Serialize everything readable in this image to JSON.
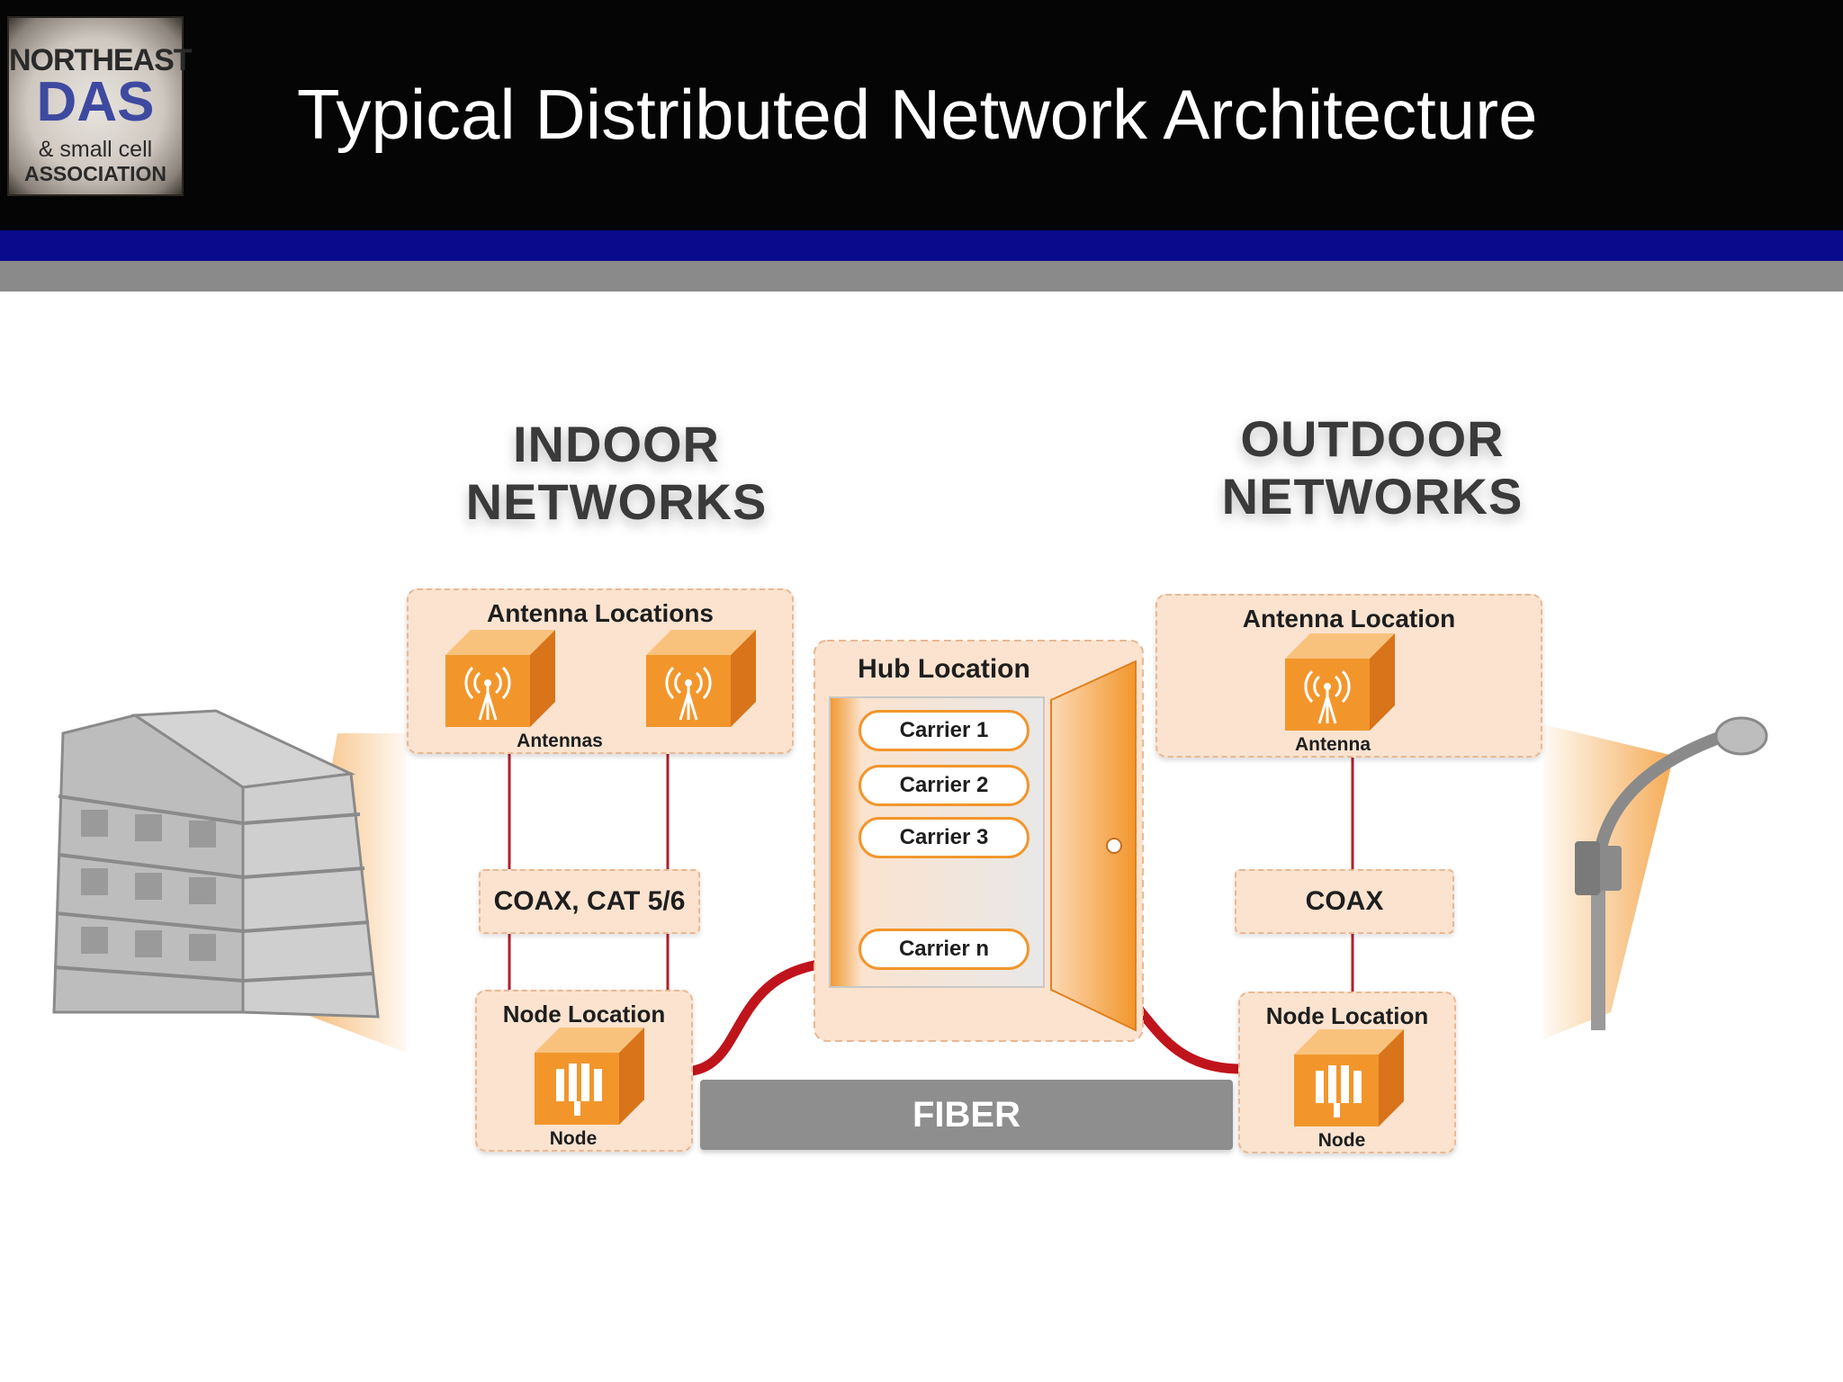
{
  "header": {
    "title": "Typical Distributed Network Architecture",
    "logo": {
      "line1": "NORTHEAST",
      "line2": "DAS",
      "line3": "& small cell",
      "line4": "ASSOCIATION"
    }
  },
  "indoor": {
    "heading_line1": "INDOOR",
    "heading_line2": "NETWORKS",
    "antenna_box_title": "Antenna Locations",
    "antenna_label": "Antennas",
    "cable_label": "COAX, CAT 5/6",
    "node_box_title": "Node Location",
    "node_label": "Node"
  },
  "outdoor": {
    "heading_line1": "OUTDOOR",
    "heading_line2": "NETWORKS",
    "antenna_box_title": "Antenna Location",
    "antenna_label": "Antenna",
    "cable_label": "COAX",
    "node_box_title": "Node Location",
    "node_label": "Node"
  },
  "hub": {
    "title": "Hub Location",
    "carriers": [
      "Carrier 1",
      "Carrier 2",
      "Carrier 3",
      "Carrier n"
    ]
  },
  "fiber_label": "FIBER",
  "colors": {
    "accent": "#f2962c",
    "box_fill": "#fbe3cf",
    "cable": "#c0141c",
    "header_bg": "#050505",
    "blue_bar": "#0a0a8c",
    "gray_bar": "#8a8a8a"
  }
}
